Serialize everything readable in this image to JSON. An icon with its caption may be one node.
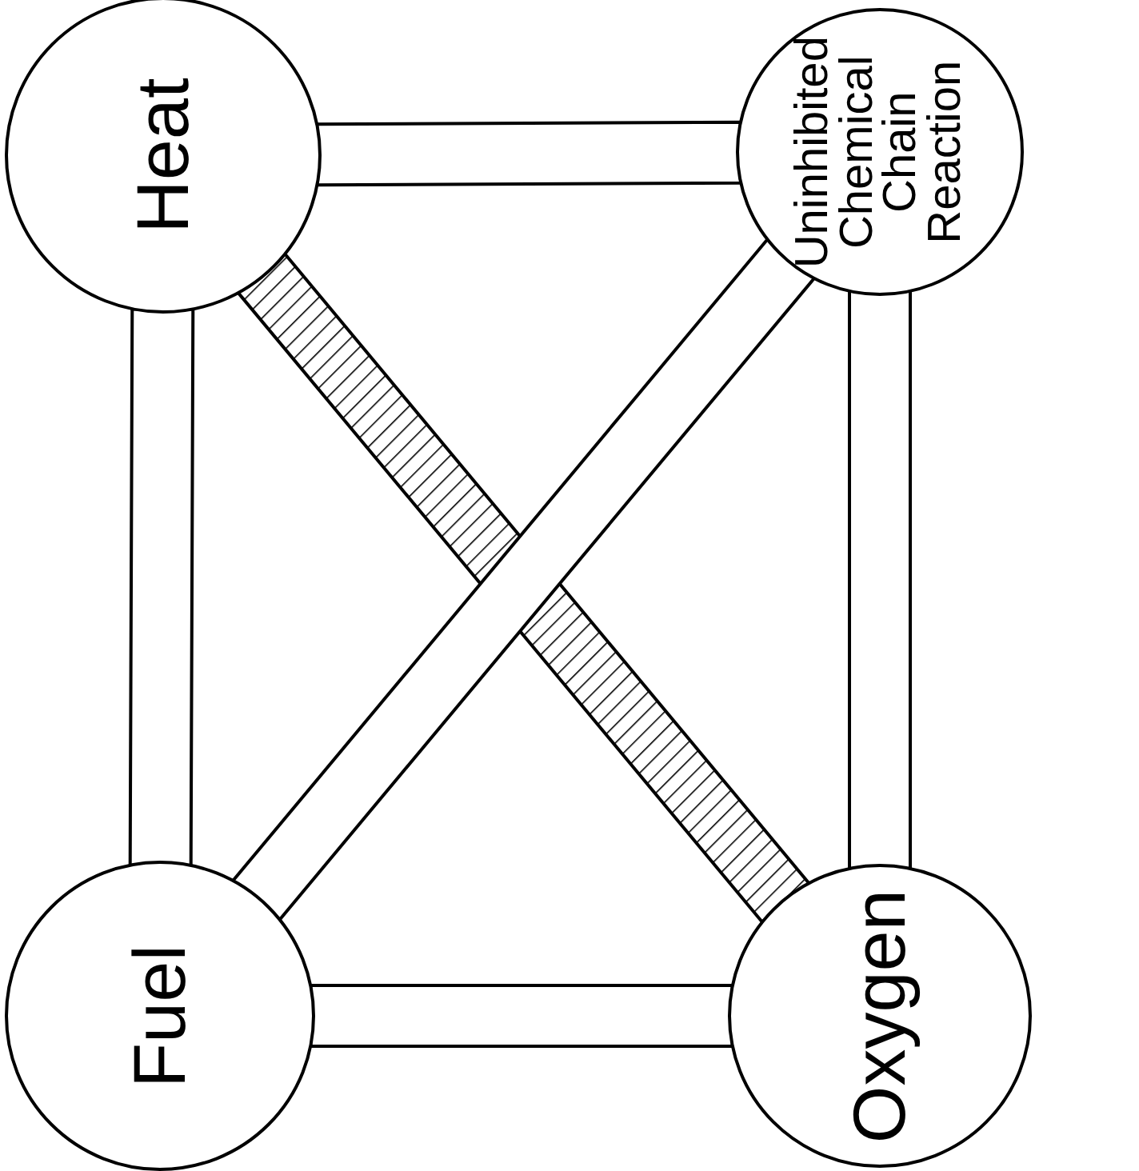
{
  "diagram": {
    "nodes": [
      {
        "text": [
          "Heat"
        ]
      },
      {
        "text": [
          "Uninhibited Chemical Chain Reaction"
        ]
      },
      {
        "text": [
          "Fuel"
        ]
      },
      {
        "text": [
          "Oxygen"
        ]
      }
    ],
    "edges": [
      {
        "from": 0,
        "to": 1,
        "arrow": "none"
      },
      {
        "from": 0,
        "to": 2,
        "arrow": "none"
      },
      {
        "from": 0,
        "to": 3,
        "arrow": "none",
        "style": "thick"
      },
      {
        "from": 2,
        "to": 1,
        "arrow": "none"
      },
      {
        "from": 2,
        "to": 3,
        "arrow": "none"
      },
      {
        "from": 1,
        "to": 3,
        "arrow": "none"
      }
    ]
  }
}
